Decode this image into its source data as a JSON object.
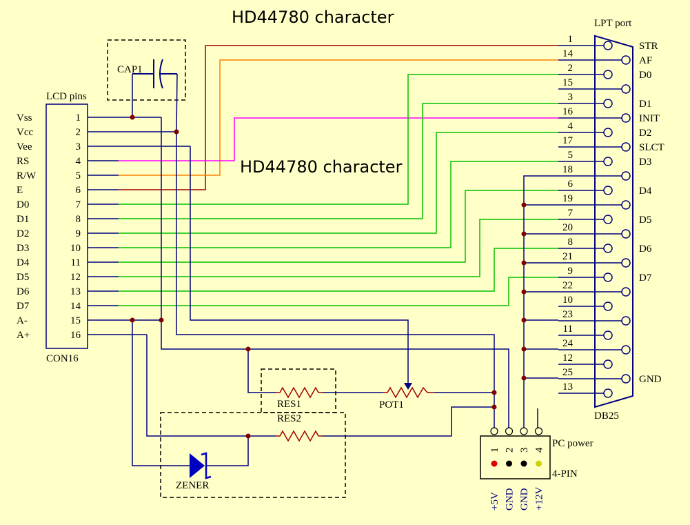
{
  "colors": {
    "background": "#ffffc8",
    "blue_wire": "#000080",
    "rs_wire": "#ff00ff",
    "rw_wire": "#ff8000",
    "e_wire": "#a00000",
    "data_wire": "#00c000",
    "junction": "#800000"
  },
  "titles": {
    "top": "HD44780 character",
    "middle": "HD44780 character"
  },
  "lcd": {
    "header": "LCD pins",
    "footer": "CON16",
    "pins": [
      {
        "name": "Vss",
        "num": "1"
      },
      {
        "name": "Vcc",
        "num": "2"
      },
      {
        "name": "Vee",
        "num": "3"
      },
      {
        "name": "RS",
        "num": "4"
      },
      {
        "name": "R/W",
        "num": "5"
      },
      {
        "name": "E",
        "num": "6"
      },
      {
        "name": "D0",
        "num": "7"
      },
      {
        "name": "D1",
        "num": "8"
      },
      {
        "name": "D2",
        "num": "9"
      },
      {
        "name": "D3",
        "num": "10"
      },
      {
        "name": "D4",
        "num": "11"
      },
      {
        "name": "D5",
        "num": "12"
      },
      {
        "name": "D6",
        "num": "13"
      },
      {
        "name": "D7",
        "num": "14"
      },
      {
        "name": "A-",
        "num": "15"
      },
      {
        "name": "A+",
        "num": "16"
      }
    ]
  },
  "lpt": {
    "header": "LPT port",
    "footer": "DB25",
    "pins": [
      {
        "num": "1",
        "sig": "STR"
      },
      {
        "num": "14",
        "sig": "AF"
      },
      {
        "num": "2",
        "sig": "D0"
      },
      {
        "num": "15",
        "sig": ""
      },
      {
        "num": "3",
        "sig": "D1"
      },
      {
        "num": "16",
        "sig": "INIT"
      },
      {
        "num": "4",
        "sig": "D2"
      },
      {
        "num": "17",
        "sig": "SLCT"
      },
      {
        "num": "5",
        "sig": "D3"
      },
      {
        "num": "18",
        "sig": ""
      },
      {
        "num": "6",
        "sig": "D4"
      },
      {
        "num": "19",
        "sig": ""
      },
      {
        "num": "7",
        "sig": "D5"
      },
      {
        "num": "20",
        "sig": ""
      },
      {
        "num": "8",
        "sig": "D6"
      },
      {
        "num": "21",
        "sig": ""
      },
      {
        "num": "9",
        "sig": "D7"
      },
      {
        "num": "22",
        "sig": ""
      },
      {
        "num": "10",
        "sig": ""
      },
      {
        "num": "23",
        "sig": ""
      },
      {
        "num": "11",
        "sig": ""
      },
      {
        "num": "24",
        "sig": ""
      },
      {
        "num": "12",
        "sig": ""
      },
      {
        "num": "25",
        "sig": "GND"
      },
      {
        "num": "13",
        "sig": ""
      }
    ]
  },
  "components": {
    "cap": "CAP1",
    "res1": "RES1",
    "res2": "RES2",
    "pot": "POT1",
    "zener": "ZENER"
  },
  "power": {
    "title": "PC power",
    "subtitle": "4-PIN",
    "pins": [
      {
        "num": "1",
        "label": "+5V",
        "color": "#e00000"
      },
      {
        "num": "2",
        "label": "GND",
        "color": "#000000"
      },
      {
        "num": "3",
        "label": "GND",
        "color": "#000000"
      },
      {
        "num": "4",
        "label": "+12V",
        "color": "#d0d000"
      }
    ]
  }
}
